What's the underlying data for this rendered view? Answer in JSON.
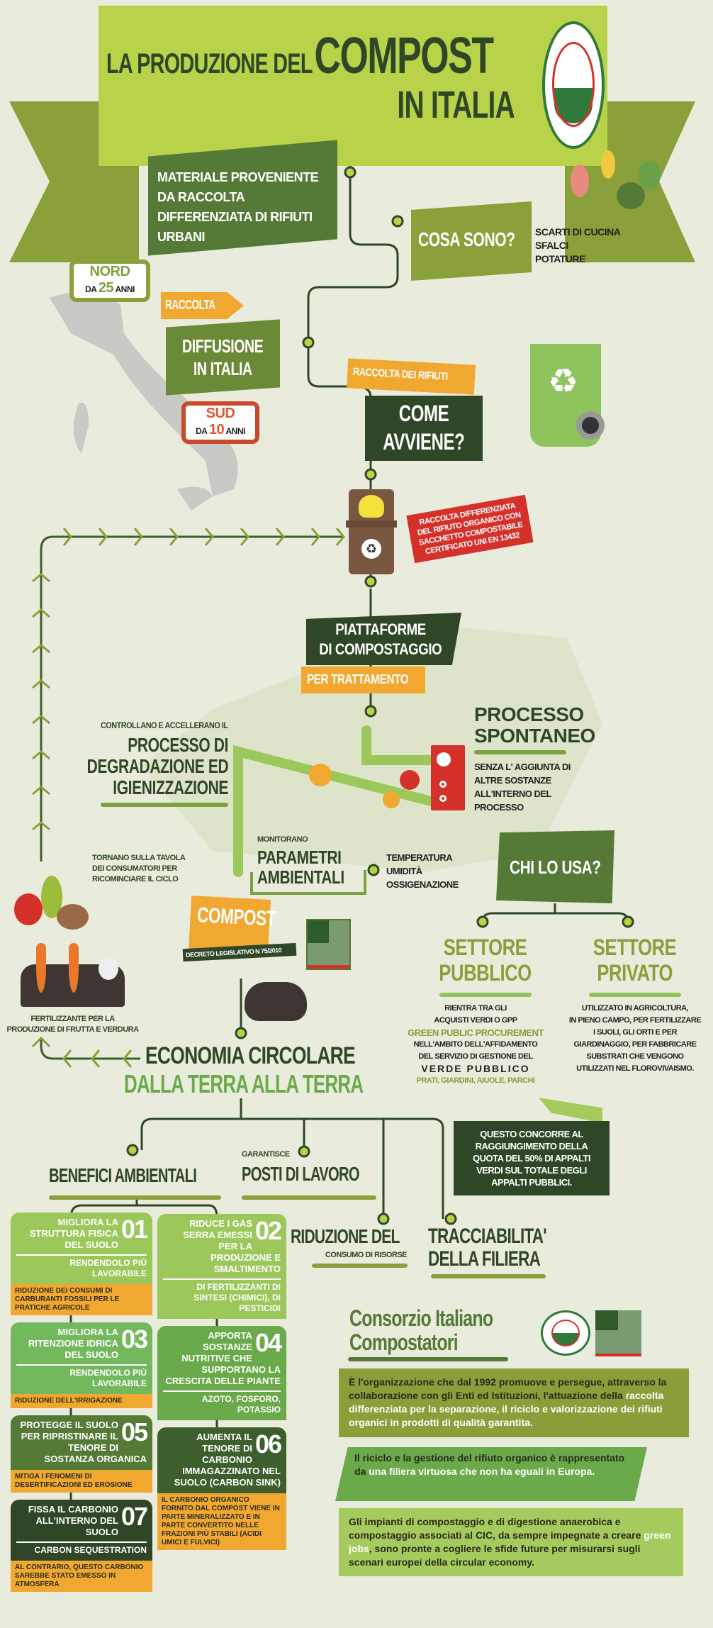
{
  "colors": {
    "background": "#e9ecdc",
    "dark_green": "#2f4726",
    "mid_green": "#557a37",
    "olive": "#8a9e3a",
    "lime": "#b8d24a",
    "orange": "#f0a830",
    "red": "#d6302a"
  },
  "header": {
    "title_line1": "LA PRODUZIONE DEL",
    "title_big": "COMPOST",
    "title_line2": "IN ITALIA",
    "logo": "Consorzio Italiano Compostatori"
  },
  "origin": {
    "text": "MATERIALE PROVENIENTE DA RACCOLTA DIFFERENZIATA DI RIFIUTI URBANI"
  },
  "cosa": {
    "title": "COSA SONO?",
    "items": [
      "SCARTI DI CUCINA",
      "SFALCI",
      "POTATURE"
    ]
  },
  "diffusione": {
    "tag": "RACCOLTA",
    "title_l1": "DIFFUSIONE",
    "title_l2": "IN ITALIA",
    "nord": {
      "label": "NORD",
      "da": "DA",
      "num": "25",
      "anni": "ANNI"
    },
    "sud": {
      "label": "SUD",
      "da": "DA",
      "num": "10",
      "anni": "ANNI"
    }
  },
  "come": {
    "tag": "RACCOLTA DEI RIFIUTI",
    "title_l1": "COME",
    "title_l2": "AVVIENE?",
    "red_label": "RACCOLTA DIFFERENZIATA DEL RIFIUTO ORGANICO CON SACCHETTO COMPOSTABILE CERTIFICATO UNI EN 13432"
  },
  "piattaforme": {
    "title_l1": "PIATTAFORME",
    "title_l2": "DI COMPOSTAGGIO",
    "tag": "PER TRATTAMENTO"
  },
  "process": {
    "controllano": "CONTROLLANO E ACCELLERANO IL",
    "degradazione": [
      "PROCESSO DI",
      "DEGRADAZIONE ED",
      "IGIENIZZAZIONE"
    ],
    "spontaneo_title": [
      "PROCESSO",
      "SPONTANEO"
    ],
    "spontaneo_text": [
      "SENZA L' AGGIUNTA DI",
      "ALTRE SOSTANZE",
      "ALL'INTERNO DEL",
      "PROCESSO"
    ],
    "monitorano": "MONITORANO",
    "parametri": [
      "PARAMETRI",
      "AMBIENTALI"
    ],
    "params": [
      "TEMPERATURA",
      "UMIDITÀ",
      "OSSIGENAZIONE"
    ]
  },
  "chi": {
    "title": "CHI LO USA?",
    "pubblico": {
      "title": [
        "SETTORE",
        "PUBBLICO"
      ],
      "l1": "RIENTRA TRA GLI",
      "l2": "ACQUISTI VERDI O GPP",
      "gpp": "GREEN PUBLIC PROCUREMENT",
      "l3": "NELL'AMBITO DELL'AFFIDAMENTO",
      "l4": "DEL SERVIZIO DI GESTIONE DEL",
      "verde": "VERDE PUBBLICO",
      "prati": "PRATI, GIARDINI, AIUOLE, PARCHI"
    },
    "privato": {
      "title": [
        "SETTORE",
        "PRIVATO"
      ],
      "text": [
        "UTILIZZATO IN AGRICOLTURA,",
        "IN PIENO CAMPO, PER FERTILIZZARE",
        "I SUOLI, GLI ORTI E PER",
        "GIARDINAGGIO, PER FABBRICARE",
        "SUBSTRATI CHE VENGONO",
        "UTILIZZATI NEL FLOROVIVAISMO."
      ]
    },
    "quota": "QUESTO CONCORRE AL RAGGIUNGIMENTO DELLA QUOTA DEL 50% DI APPALTI VERDI SUL TOTALE DEGLI APPALTI PUBBLICI."
  },
  "cycle": {
    "tornano": [
      "TORNANO SULLA TAVOLA",
      "DEI CONSUMATORI PER",
      "RICOMINCIARE IL CICLO"
    ],
    "fertilizzante": [
      "FERTILIZZANTE PER LA",
      "PRODUZIONE DI FRUTTA E VERDURA"
    ]
  },
  "compost": {
    "title": "COMPOST",
    "decreto": "DECRETO LEGISLATIVO N 75/2010",
    "quality_logo": "Compost Qualità CIC"
  },
  "economia": {
    "l1": "ECONOMIA CIRCOLARE",
    "l2": "DALLA TERRA ALLA TERRA"
  },
  "benefici": {
    "title": "BENEFICI AMBIENTALI",
    "garantisce": "GARANTISCE",
    "posti": "POSTI DI LAVORO",
    "riduzione": "RIDUZIONE DEL",
    "consumo": "CONSUMO DI RISORSE",
    "tracc_l1": "TRACCIABILITA'",
    "tracc_l2": "DELLA FILIERA",
    "cards": [
      {
        "num": "01",
        "title": "MIGLIORA LA STRUTTURA FISICA DEL SUOLO",
        "sub": "RENDENDOLO PIÙ LAVORABILE",
        "note": "RIDUZIONE DEI CONSUMI DI CARBURANTI FOSSILI PER LE PRATICHE AGRICOLE"
      },
      {
        "num": "02",
        "title": "RIDUCE I GAS SERRA EMESSI PER LA PRODUZIONE E SMALTIMENTO",
        "sub": "DI FERTILIZZANTI DI SINTESI (CHIMICI), DI PESTICIDI"
      },
      {
        "num": "03",
        "title": "MIGLIORA LA RITENZIONE IDRICA DEL SUOLO",
        "sub": "RENDENDOLO PIÙ LAVORABILE",
        "note": "RIDUZIONE DELL'IRRIGAZIONE"
      },
      {
        "num": "04",
        "title": "APPORTA SOSTANZE NUTRITIVE CHE SUPPORTANO LA CRESCITA DELLE PIANTE",
        "sub": "AZOTO, FOSFORO, POTASSIO"
      },
      {
        "num": "05",
        "title": "PROTEGGE IL SUOLO PER RIPRISTINARE IL TENORE DI SOSTANZA ORGANICA",
        "note": "MITIGA I FENOMENI DI DESERTIFICAZIONI ED EROSIONE"
      },
      {
        "num": "06",
        "title": "AUMENTA IL TENORE DI CARBONIO IMMAGAZZINATO NEL SUOLO (CARBON SINK)",
        "note": "IL CARBONIO ORGANICO FORNITO DAL COMPOST VIENE IN PARTE MINERALIZZATO E IN PARTE CONVERTITO NELLE FRAZIONI PIÙ STABILI (ACIDI UMICI E FULVICI)"
      },
      {
        "num": "07",
        "title": "FISSA IL CARBONIO ALL'INTERNO DEL SUOLO",
        "sub": "CARBON SEQUESTRATION",
        "note": "AL CONTRARIO, QUESTO CARBONIO SAREBBE STATO EMESSO IN ATMOSFERA"
      }
    ]
  },
  "consorzio": {
    "title_l1": "Consorzio Italiano",
    "title_l2": "Compostatori",
    "p1a": "È l'organizzazione che dal 1992 promuove e persegue, attraverso la collaborazione con gli Enti ed Istituzioni, l'attuazione della ",
    "p1b": "raccolta differenziata per la separazione, il riciclo e valorizzazione dei rifiuti organici in prodotti di qualità garantita.",
    "p2a": "Il riciclo e la gestione del rifiuto organico è rappresentato da ",
    "p2b": "una filiera virtuosa che non ha eguali in Europa.",
    "p3a": "Gli impianti di compostaggio e di digestione anaerobica e compostaggio associati al CIC, da sempre impegnate a creare ",
    "p3b": "green jobs",
    "p3c": ", sono pronte a cogliere le sfide future per misurarsi sugli scenari europei della circular economy."
  }
}
